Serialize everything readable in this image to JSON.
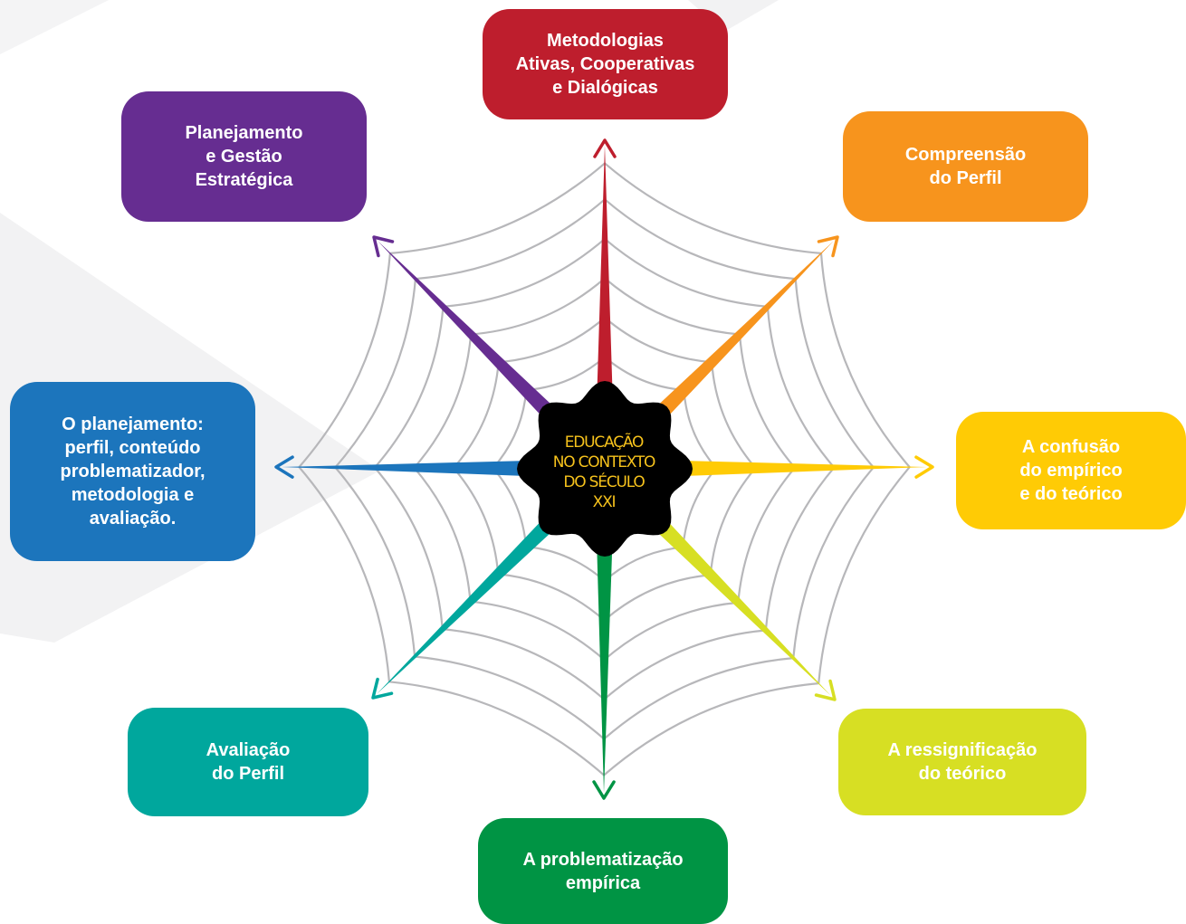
{
  "diagram": {
    "center": {
      "label": "EDUCAÇÃO\nNO CONTEXTO\nDO SÉCULO\nXXI",
      "fill": "#000000",
      "text_color": "#F6C21C"
    },
    "nodes": [
      {
        "id": "metodologias",
        "label": "Metodologias\nAtivas, Cooperativas\ne Dialógicas",
        "color": "#BE1E2D"
      },
      {
        "id": "compreensao",
        "label": "Compreensão\ndo Perfil",
        "color": "#F7941D"
      },
      {
        "id": "confusao",
        "label": "A confusão\ndo empírico\ne do teórico",
        "color": "#FFCB05"
      },
      {
        "id": "ressignificacao",
        "label": "A ressignificação\ndo teórico",
        "color": "#D7DF23"
      },
      {
        "id": "problematizacao",
        "label": "A problematização\nempírica",
        "color": "#009444"
      },
      {
        "id": "avaliacao",
        "label": "Avaliação\ndo Perfil",
        "color": "#00A79D"
      },
      {
        "id": "planejamento-perfil",
        "label": "O planejamento:\nperfil, conteúdo\nproblematizador,\nmetodologia e\navaliação.",
        "color": "#1C75BC"
      },
      {
        "id": "planejamento-gestao",
        "label": "Planejamento\ne Gestão\nEstratégica",
        "color": "#662D91"
      }
    ],
    "web_color": "#B7B7BA"
  }
}
